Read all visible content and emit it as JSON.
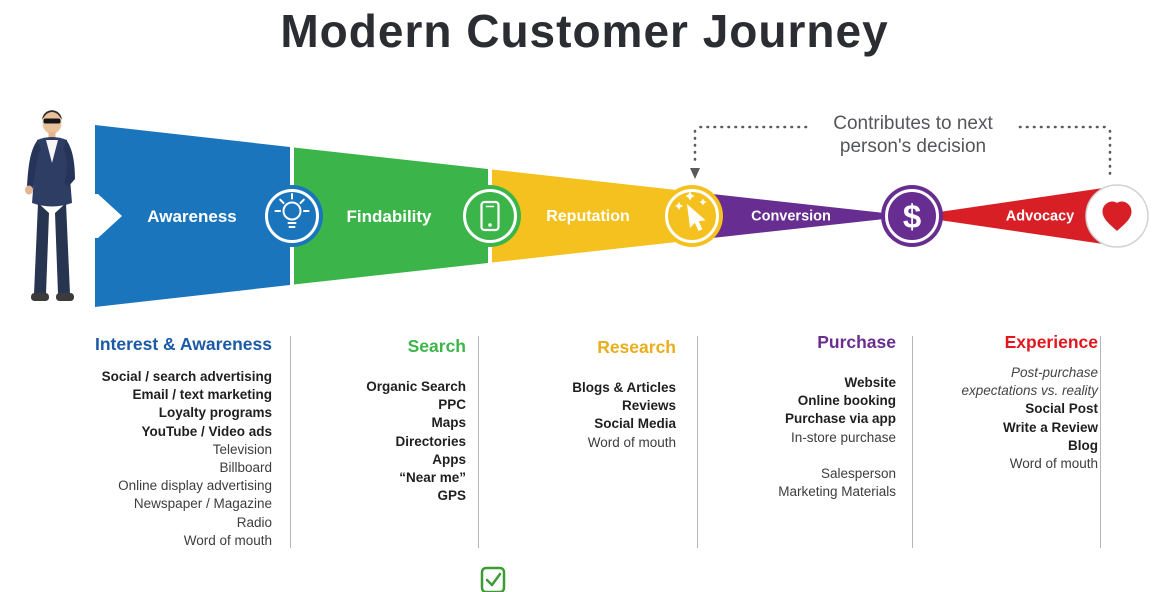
{
  "title": "Modern Customer Journey",
  "annotation": {
    "line1": "Contributes to next",
    "line2": "person's decision"
  },
  "funnel": {
    "stages": [
      {
        "label": "Awareness",
        "color": "#1b75bc",
        "icon": "lightbulb-icon"
      },
      {
        "label": "Findability",
        "color": "#3bb54a",
        "icon": "mobile-phone-icon"
      },
      {
        "label": "Reputation",
        "color": "#f5c11e",
        "icon": "tap-click-icon"
      },
      {
        "label": "Conversion",
        "color": "#672d91",
        "icon": "dollar-icon"
      },
      {
        "label": "Advocacy",
        "color": "#d91f26",
        "icon": "heart-icon"
      }
    ],
    "dollar_symbol": "$"
  },
  "columns": [
    {
      "header": "Interest & Awareness",
      "color": "#1b5aa6",
      "items": [
        {
          "text": "Social / search advertising",
          "style": "bold"
        },
        {
          "text": "Email / text marketing",
          "style": "bold"
        },
        {
          "text": "Loyalty programs",
          "style": "bold"
        },
        {
          "text": "YouTube / Video ads",
          "style": "bold"
        },
        {
          "text": "Television",
          "style": "regular"
        },
        {
          "text": "Billboard",
          "style": "regular"
        },
        {
          "text": "Online display advertising",
          "style": "regular"
        },
        {
          "text": "Newspaper / Magazine",
          "style": "regular"
        },
        {
          "text": "Radio",
          "style": "regular"
        },
        {
          "text": "Word of mouth",
          "style": "regular"
        }
      ]
    },
    {
      "header": "Search",
      "color": "#3cb54a",
      "items": [
        {
          "text": "Organic Search",
          "style": "bold"
        },
        {
          "text": "PPC",
          "style": "bold"
        },
        {
          "text": "Maps",
          "style": "bold"
        },
        {
          "text": "Directories",
          "style": "bold"
        },
        {
          "text": "Apps",
          "style": "bold"
        },
        {
          "text": "“Near me”",
          "style": "bold"
        },
        {
          "text": "GPS",
          "style": "bold"
        }
      ]
    },
    {
      "header": "Research",
      "color": "#e8ae1b",
      "items": [
        {
          "text": "Blogs & Articles",
          "style": "bold"
        },
        {
          "text": "Reviews",
          "style": "bold"
        },
        {
          "text": "Social Media",
          "style": "bold"
        },
        {
          "text": "Word of mouth",
          "style": "regular"
        }
      ]
    },
    {
      "header": "Purchase",
      "color": "#6b2d90",
      "items": [
        {
          "text": "Website",
          "style": "bold"
        },
        {
          "text": "Online booking",
          "style": "bold"
        },
        {
          "text": "Purchase via app",
          "style": "bold"
        },
        {
          "text": "In-store purchase",
          "style": "regular"
        },
        {
          "text": "",
          "style": "spacer"
        },
        {
          "text": "Salesperson",
          "style": "regular"
        },
        {
          "text": "Marketing Materials",
          "style": "regular"
        }
      ]
    },
    {
      "header": "Experience",
      "color": "#e0181e",
      "items": [
        {
          "text": "Post-purchase",
          "style": "italic"
        },
        {
          "text": "expectations vs. reality",
          "style": "italic"
        },
        {
          "text": "Social Post",
          "style": "bold"
        },
        {
          "text": "Write a Review",
          "style": "bold"
        },
        {
          "text": "Blog",
          "style": "bold"
        },
        {
          "text": "Word of mouth",
          "style": "regular"
        }
      ]
    }
  ]
}
